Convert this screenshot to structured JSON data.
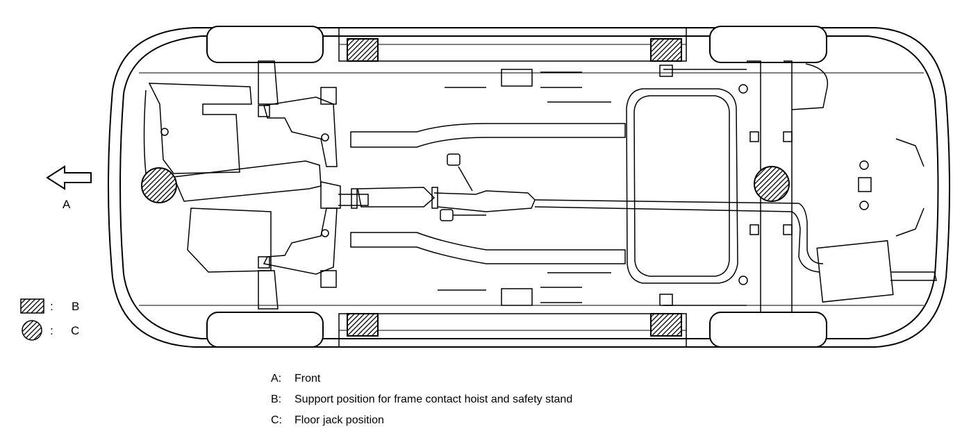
{
  "markers": {
    "front_arrow_label": "A",
    "square_key": "B",
    "circle_key": "C",
    "separator": ":"
  },
  "legend": [
    {
      "key": "A:",
      "text": "Front"
    },
    {
      "key": "B:",
      "text": "Support position for frame contact hoist and safety stand"
    },
    {
      "key": "C:",
      "text": "Floor jack position"
    }
  ],
  "colors": {
    "line": "#000000",
    "background": "#ffffff"
  }
}
